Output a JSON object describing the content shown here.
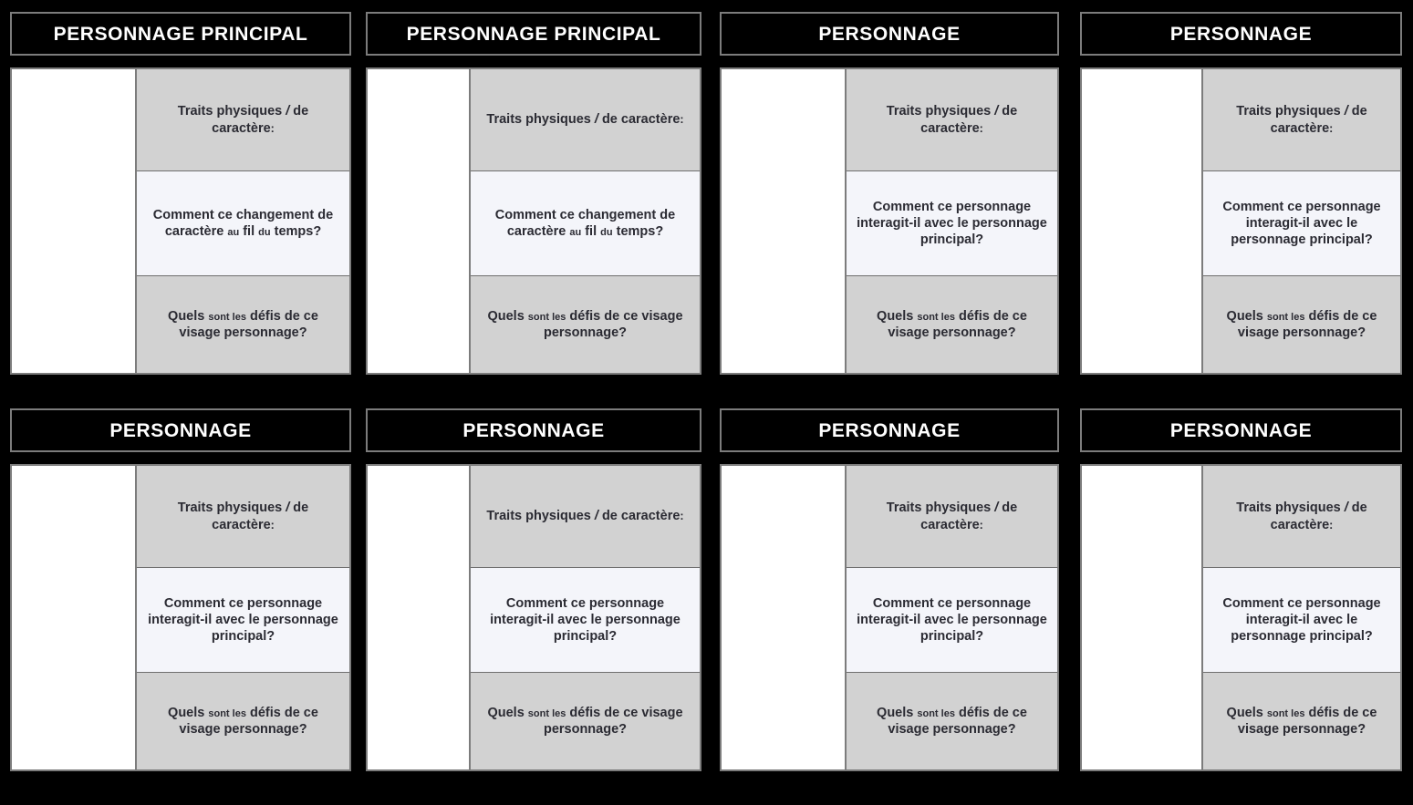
{
  "board": {
    "background_color": "#000000",
    "card_border_color": "#7c7c7c",
    "header_bg_color": "#000000",
    "header_text_color": "#ffffff",
    "prompt_shade_dark": "#d2d2d2",
    "prompt_shade_light": "#f4f5fa",
    "prompt_text_color": "#2b2b33",
    "columns": 4,
    "rows": 2
  },
  "labels": {
    "traits": {
      "part_1": "Traits physiques ",
      "slash": "/",
      "part_2": " de caractère",
      "colon": ":"
    },
    "change_over_time": {
      "part_1": "Comment ce changement de caractère ",
      "small_1": "au",
      "part_2": " fil ",
      "small_2": "du",
      "part_3": " temps?"
    },
    "interaction": {
      "text": "Comment ce personnage interagit-il avec le personnage principal?"
    },
    "challenges": {
      "part_1": "Quels ",
      "small_1": "sont les",
      "part_2": " défis de ce visage personnage?"
    }
  },
  "cards": [
    {
      "id": "card-1",
      "title": "PERSONNAGE PRINCIPAL",
      "art_panel_label": "",
      "prompt_kind_middle": "change_over_time"
    },
    {
      "id": "card-2",
      "title": "PERSONNAGE PRINCIPAL",
      "art_panel_label": "",
      "prompt_kind_middle": "change_over_time"
    },
    {
      "id": "card-3",
      "title": "PERSONNAGE",
      "art_panel_label": "",
      "prompt_kind_middle": "interaction"
    },
    {
      "id": "card-4",
      "title": "PERSONNAGE",
      "art_panel_label": "",
      "prompt_kind_middle": "interaction"
    },
    {
      "id": "card-5",
      "title": "PERSONNAGE",
      "art_panel_label": "",
      "prompt_kind_middle": "interaction"
    },
    {
      "id": "card-6",
      "title": "PERSONNAGE",
      "art_panel_label": "",
      "prompt_kind_middle": "interaction"
    },
    {
      "id": "card-7",
      "title": "PERSONNAGE",
      "art_panel_label": "",
      "prompt_kind_middle": "interaction"
    },
    {
      "id": "card-8",
      "title": "PERSONNAGE",
      "art_panel_label": "",
      "prompt_kind_middle": "interaction"
    }
  ]
}
